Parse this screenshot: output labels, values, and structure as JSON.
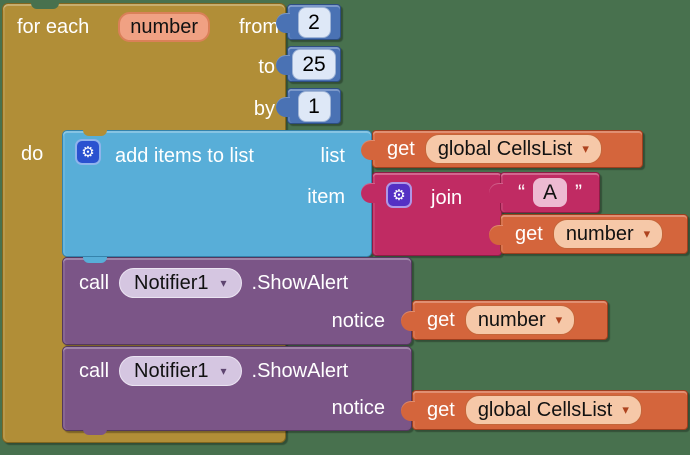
{
  "colors": {
    "workspace_bg": "#48714E",
    "control_gold": "#B18E37",
    "math_blue": "#4A72B4",
    "lists_cyan": "#58AED8",
    "variables_orange": "#D4653C",
    "text_magenta": "#C02B63",
    "component_purple": "#7B5587"
  },
  "for_each": {
    "keyword": "for each",
    "variable": "number",
    "from": "from",
    "to": "to",
    "by": "by",
    "do": "do"
  },
  "number_blocks": [
    "2",
    "25",
    "1"
  ],
  "add_items": {
    "gear": "⚙",
    "label": "add items to list",
    "list": "list",
    "item": "item"
  },
  "join": {
    "gear": "⚙",
    "label": "join",
    "text_arg": {
      "open": "“",
      "value": "A",
      "close": "”"
    }
  },
  "get_blocks": [
    {
      "label": "get",
      "variable": "global CellsList",
      "arrow": "▾"
    },
    {
      "label": "get",
      "variable": "number",
      "arrow": "▾"
    },
    {
      "label": "get",
      "variable": "number",
      "arrow": "▾"
    },
    {
      "label": "get",
      "variable": "global CellsList",
      "arrow": "▾"
    }
  ],
  "calls": [
    {
      "call": "call",
      "component": "Notifier1",
      "arrow": "▾",
      "method": ".ShowAlert",
      "notice": "notice"
    },
    {
      "call": "call",
      "component": "Notifier1",
      "arrow": "▾",
      "method": ".ShowAlert",
      "notice": "notice"
    }
  ]
}
